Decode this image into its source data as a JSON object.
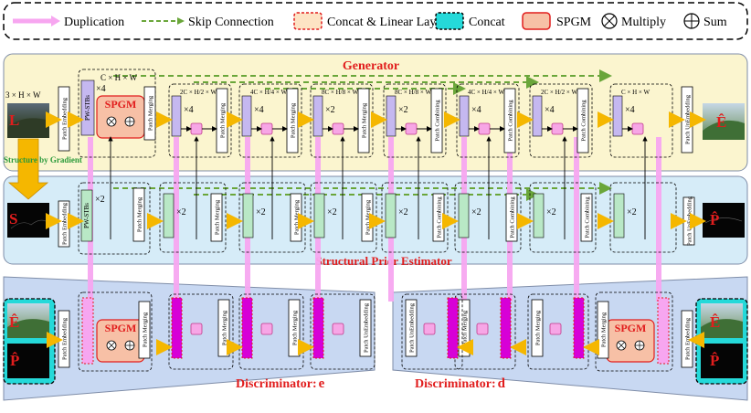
{
  "legend": {
    "duplication": "Duplication",
    "skip_connection": "Skip Connection",
    "concat_linear": "Concat & Linear Layer",
    "concat": "Concat",
    "spgm": "SPGM",
    "multiply": "Multiply",
    "sum": "Sum"
  },
  "generator": {
    "title": "Generator",
    "input_dims": "3 × H × W",
    "input_label": "L",
    "output_label": "Ê",
    "patch_embedding": "Patch Embedding",
    "pw_stbs": "PW-STBs",
    "patch_merging": "Patch Merging",
    "patch_combining": "Patch Combining",
    "patch_unembedding": "Patch UnEmbedding",
    "spgm": "SPGM",
    "stage_dims": [
      "C × H × W",
      "2C × H/2 × W/2",
      "4C × H/4 × W/4",
      "8C × H/8 × W/8",
      "8C × H/8 × W/8",
      "4C × H/4 × W/4",
      "2C × H/2 × W/2",
      "C × H × W"
    ],
    "stage_reps": [
      "×4",
      "×4",
      "×4",
      "×2",
      "×2",
      "×4",
      "×4",
      "×4"
    ]
  },
  "gradient_label": "Structure by Gradient",
  "estimator": {
    "title": "Structural Prior Estimator",
    "input_label": "S",
    "output_label": "P̂",
    "patch_embedding": "Patch Embedding",
    "pw_stbs": "PW-STBs",
    "patch_merging": "Patch Merging",
    "patch_combining": "Patch Combining",
    "patch_unembedding": "Patch UnEmbedding",
    "stage_reps": [
      "×2",
      "×2",
      "×2",
      "×2",
      "×2",
      "×2",
      "×2",
      "×2"
    ]
  },
  "disc_e": {
    "title": "Discriminator:",
    "subscript": "e",
    "input_top": "Ê",
    "input_bottom": "P̂",
    "patch_embedding": "Patch Embedding",
    "patch_merging": "Patch Merging",
    "patch_unembedding": "Patch UnEmbedding",
    "spgm": "SPGM"
  },
  "disc_d": {
    "title": "Discriminator:",
    "subscript": "d",
    "input_top": "Ê",
    "input_bottom": "P̂",
    "patch_embedding": "Patch Embedding",
    "patch_merging": "Patch Merging",
    "patch_unembedding": "Patch UnEmbedding",
    "spgm": "SPGM"
  },
  "colors": {
    "generator_bg": "#fbf5cf",
    "estimator_bg": "#d6ecf8",
    "discriminator_bg": "#c8d8f2",
    "duplication": "#f7a6f0",
    "skip": "#6aa63a",
    "concat": "#25d9d9",
    "spgm": "#f7c0a6",
    "title_red": "#e11d1d"
  }
}
